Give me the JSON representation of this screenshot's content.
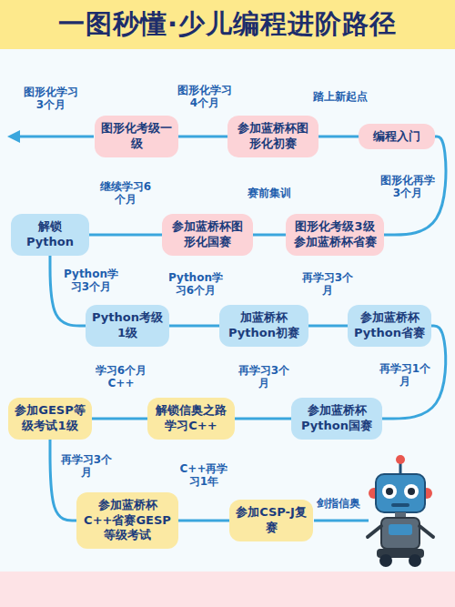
{
  "diagram": {
    "title": "一图秒懂·少儿编程进阶路径",
    "nodes": [
      {
        "text": [
          "图形化考级一级"
        ]
      },
      {
        "text": [
          "参加蓝桥杯图形化初赛"
        ]
      },
      {
        "text": [
          "编程入门"
        ]
      },
      {
        "text": [
          "解锁Python"
        ]
      },
      {
        "text": [
          "参加蓝桥杯图形化国赛"
        ]
      },
      {
        "text": [
          "图形化考级3级参加蓝桥杯省赛"
        ]
      },
      {
        "text": [
          "Python考级1级"
        ]
      },
      {
        "text": [
          "加蓝桥杯Python初赛"
        ]
      },
      {
        "text": [
          "参加蓝桥杯Python省赛"
        ]
      },
      {
        "text": [
          "参加GESP等级考试1级"
        ]
      },
      {
        "text": [
          "解锁信奥之路学习C++"
        ]
      },
      {
        "text": [
          "参加蓝桥杯Python国赛"
        ]
      },
      {
        "text": [
          "参加蓝桥杯C++省赛GESP等级考试"
        ]
      },
      {
        "text": [
          "参加CSP-J复赛"
        ]
      }
    ],
    "edges": [
      {
        "from": 0,
        "to": 1,
        "label": "图形化学习4个月",
        "arrow": "none"
      },
      {
        "from": 1,
        "to": 2,
        "label": "踏上新起点",
        "arrow": "none"
      },
      {
        "from": 2,
        "to": 5,
        "label": "图形化再学3个月",
        "arrow": "none"
      },
      {
        "from": 5,
        "to": 4,
        "label": "赛前集训",
        "arrow": "none"
      },
      {
        "from": 4,
        "to": 3,
        "label": "继续学习6个月",
        "arrow": "none"
      },
      {
        "from": 3,
        "to": 6,
        "label": "Python学习3个月",
        "arrow": "none"
      },
      {
        "from": 6,
        "to": 7,
        "label": "Python学习6个月",
        "arrow": "none"
      },
      {
        "from": 7,
        "to": 8,
        "label": "再学习3个月",
        "arrow": "none"
      },
      {
        "from": 8,
        "to": 11,
        "label": "再学习1个月",
        "arrow": "none"
      },
      {
        "from": 11,
        "to": 10,
        "label": "再学习3个月",
        "arrow": "none"
      },
      {
        "from": 10,
        "to": 9,
        "label": "学习6个月C++",
        "arrow": "none"
      },
      {
        "from": 9,
        "to": 12,
        "label": "再学习3个月",
        "arrow": "none"
      },
      {
        "from": 12,
        "to": 13,
        "label": "C++再学习1年",
        "arrow": "none"
      }
    ],
    "labels": [
      "图形化学习3个月",
      "剑指信奥"
    ]
  }
}
